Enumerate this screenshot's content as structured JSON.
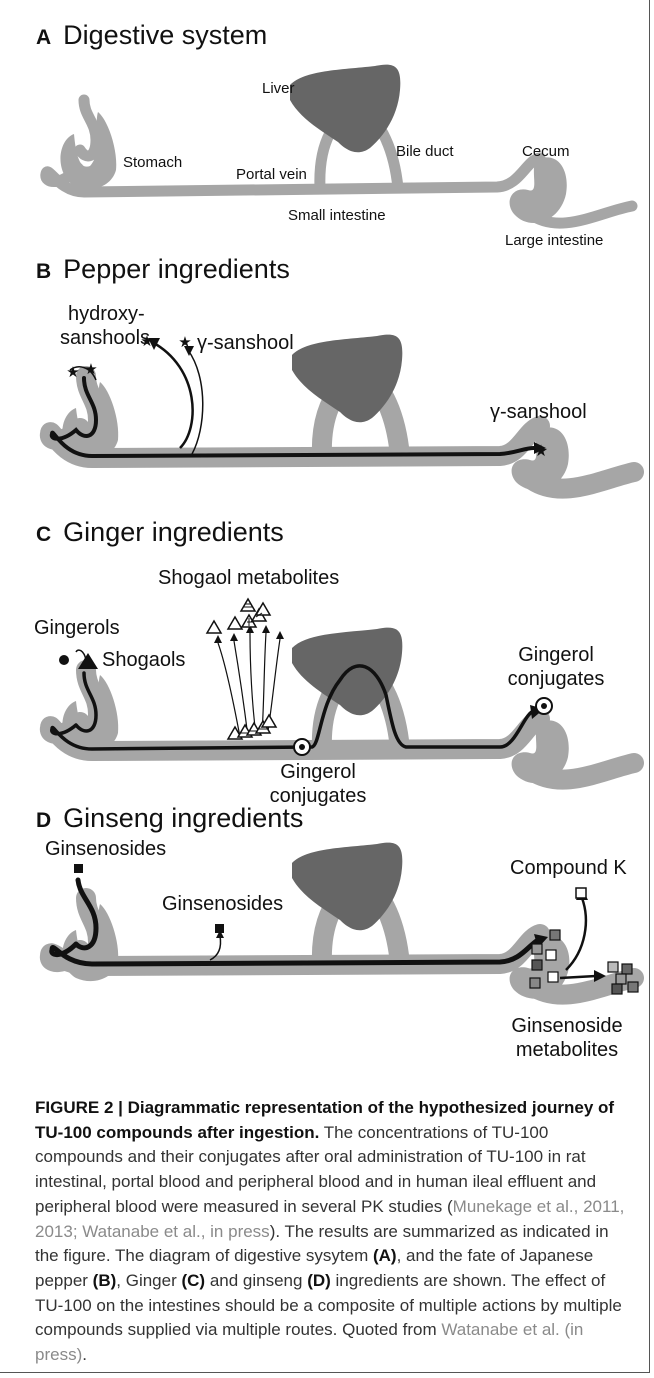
{
  "panels": {
    "a": {
      "letter": "A",
      "title": "Digestive system",
      "labels": {
        "liver": "Liver",
        "stomach": "Stomach",
        "portal_vein": "Portal vein",
        "bile_duct": "Bile duct",
        "cecum": "Cecum",
        "small_intestine": "Small intestine",
        "large_intestine": "Large intestine"
      }
    },
    "b": {
      "letter": "B",
      "title": "Pepper ingredients",
      "labels": {
        "hydroxy_1": "hydroxy-",
        "hydroxy_2": "sanshools",
        "gamma_top": "γ-sanshool",
        "gamma_right": "γ-sanshool"
      }
    },
    "c": {
      "letter": "C",
      "title": "Ginger ingredients",
      "labels": {
        "shogaol_metabolites": "Shogaol metabolites",
        "gingerols": "Gingerols",
        "shogaols": "Shogaols",
        "conj_right_1": "Gingerol",
        "conj_right_2": "conjugates",
        "conj_bottom_1": "Gingerol",
        "conj_bottom_2": "conjugates"
      }
    },
    "d": {
      "letter": "D",
      "title": "Ginseng ingredients",
      "labels": {
        "ginsenosides_left": "Ginsenosides",
        "ginsenosides_mid": "Ginsenosides",
        "compound_k": "Compound K",
        "metabolites_1": "Ginsenoside",
        "metabolites_2": "metabolites"
      }
    }
  },
  "caption": {
    "bold": "FIGURE 2 | Diagrammatic representation of the hypothesized journey of TU-100 compounds after ingestion.",
    "t1": " The concentrations of TU-100 compounds and their conjugates after oral administration of TU-100 in rat intestinal, portal blood and peripheral blood and in human ileal effluent and peripheral blood were measured in several PK studies (",
    "cite1": "Munekage et al., 2011, 2013; Watanabe et al., in press",
    "t2": "). The results are summarized as indicated in the figure. The diagram of digestive sysytem ",
    "refA": "(A)",
    "t3": ", and the fate of Japanese pepper ",
    "refB": "(B)",
    "t4": ", Ginger ",
    "refC": "(C)",
    "t5": " and ginseng ",
    "refD": "(D)",
    "t6": " ingredients are shown. The effect of TU-100 on the intestines should be a composite of multiple actions by multiple compounds supplied via multiple routes. Quoted from ",
    "cite2": "Watanabe et al. (in press)",
    "t7": "."
  },
  "colors": {
    "organ": "#a6a6a6",
    "liver": "#666666",
    "tract": "#111111"
  }
}
